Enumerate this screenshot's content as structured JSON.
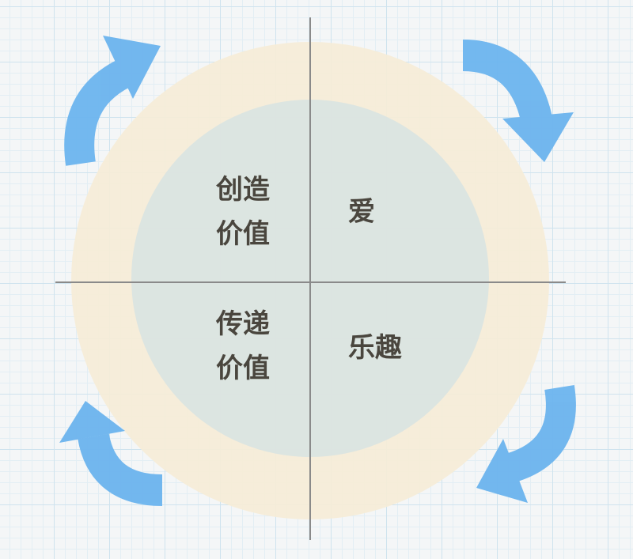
{
  "colors": {
    "outer": "#f6ecd6",
    "inner": "#d9e4e2",
    "arrow": "#6cb4ee",
    "axis": "#8a8a8a",
    "text": "#4a463e"
  },
  "quadrants": {
    "top_left": {
      "line1": "创造",
      "line2": "价值"
    },
    "top_right": {
      "line1": "爱"
    },
    "bottom_left": {
      "line1": "传递",
      "line2": "价值"
    },
    "bottom_right": {
      "line1": "乐趣"
    }
  }
}
